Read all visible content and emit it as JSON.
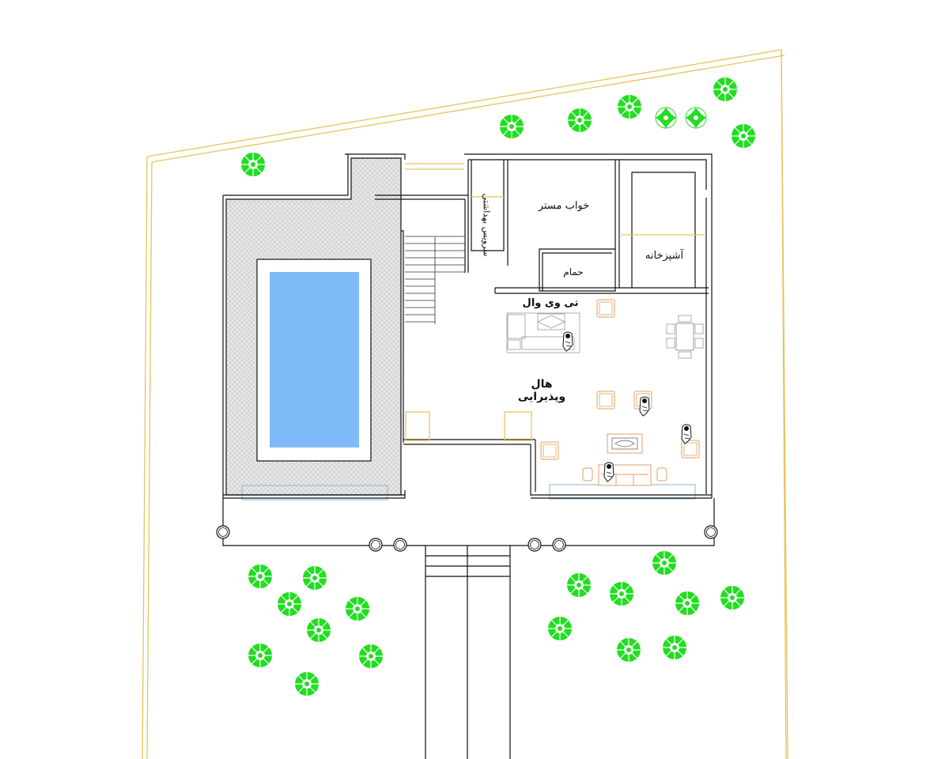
{
  "labels": {
    "master_bedroom": "خواب مستر",
    "kitchen": "آشپزخانه",
    "bathroom": "حمام",
    "wc": "سرویس بهداشتی",
    "tv_wall": "تی وی وال",
    "living_hall": "هال وپذیرایی"
  },
  "colors": {
    "pool": "#7fbbf8",
    "tree": "#22dd22",
    "plot_line": "#e8c35a",
    "furniture": "#e0a060",
    "wall": "#111111"
  },
  "icons": [
    "tree-icon",
    "shrub-icon",
    "column-icon",
    "person-icon",
    "dining-table-icon",
    "sofa-icon",
    "armchair-icon",
    "coffee-table-icon",
    "rug-icon"
  ]
}
